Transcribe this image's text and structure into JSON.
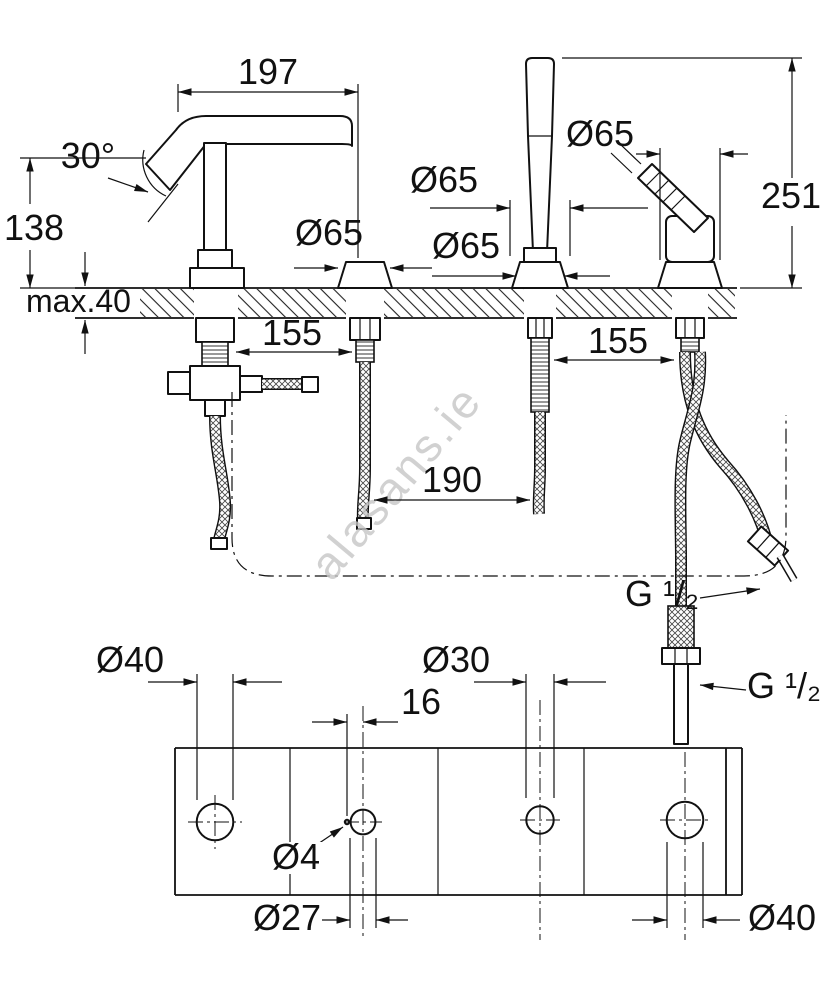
{
  "colors": {
    "line": "#111111",
    "watermark": "#c6c6c6",
    "background": "#ffffff"
  },
  "watermark": {
    "text": "alasans.ie"
  },
  "side_view": {
    "spout_reach": "197",
    "spout_angle": "30°",
    "height_138": "138",
    "deck_thickness": "max.40",
    "escutcheon_2": "Ø65",
    "escutcheon_3_upper": "Ø65",
    "escutcheon_3": "Ø65",
    "escutcheon_4": "Ø65",
    "height_251": "251",
    "spacing_155_left": "155",
    "spacing_155_right": "155",
    "spacing_190": "190",
    "thread_hose": "G ¹/₂",
    "thread_tail": "G ¹/₂"
  },
  "plan_view": {
    "hole_spout": "Ø40",
    "hole_shower": "Ø30",
    "pin_offset": "16",
    "pin_hole": "Ø4",
    "hole_valve": "Ø27",
    "hole_mixer": "Ø40"
  }
}
